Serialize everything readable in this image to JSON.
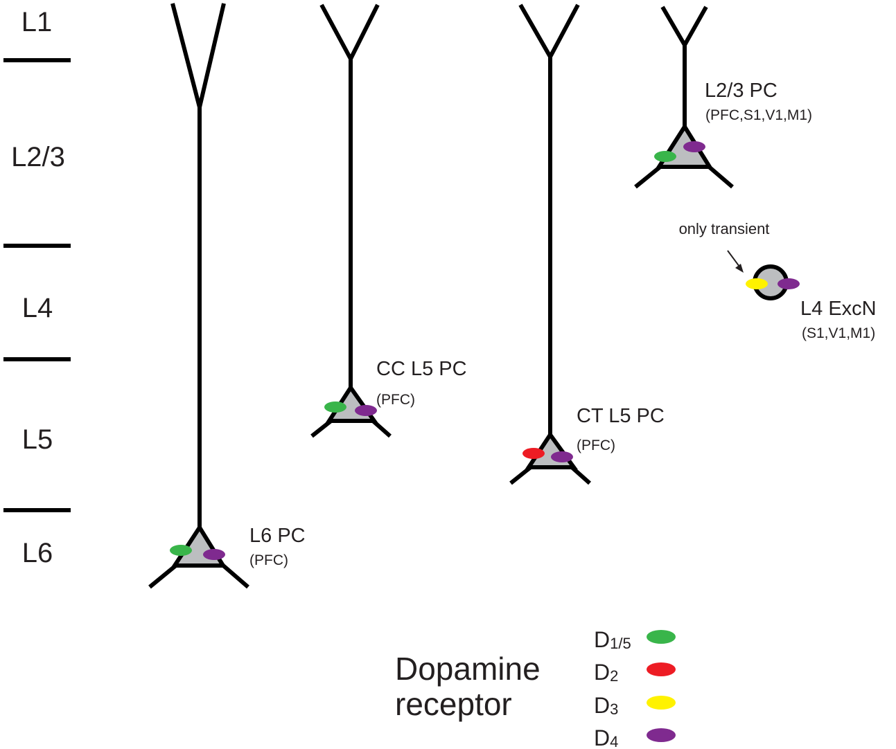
{
  "layers": [
    "L1",
    "L2/3",
    "L4",
    "L5",
    "L6"
  ],
  "receptor_colors": {
    "D1/5": "#39b54a",
    "D2": "#ed1c24",
    "D3": "#fff200",
    "D4": "#7f2a8f"
  },
  "neurons": [
    {
      "id": "l6-pc",
      "name": "L6 PC",
      "region": "(PFC)",
      "receptors": [
        "D1/5",
        "D4"
      ]
    },
    {
      "id": "cc-l5-pc",
      "name": "CC L5 PC",
      "region": "(PFC)",
      "receptors": [
        "D1/5",
        "D4"
      ]
    },
    {
      "id": "ct-l5-pc",
      "name": "CT L5 PC",
      "region": "(PFC)",
      "receptors": [
        "D2",
        "D4"
      ]
    },
    {
      "id": "l23-pc",
      "name": "L2/3 PC",
      "region": "(PFC,S1,V1,M1)",
      "receptors": [
        "D1/5",
        "D4"
      ]
    },
    {
      "id": "l4-excn",
      "name": "L4 ExcN",
      "region": "(S1,V1,M1)",
      "receptors": [
        "D3",
        "D4"
      ],
      "note": "only transient"
    }
  ],
  "legend": {
    "title_line1": "Dopamine",
    "title_line2": "receptor",
    "items": [
      {
        "main": "D",
        "sub": "1/5",
        "color": "#39b54a"
      },
      {
        "main": "D",
        "sub": "2",
        "color": "#ed1c24"
      },
      {
        "main": "D",
        "sub": "3",
        "color": "#fff200"
      },
      {
        "main": "D",
        "sub": "4",
        "color": "#7f2a8f"
      }
    ]
  }
}
